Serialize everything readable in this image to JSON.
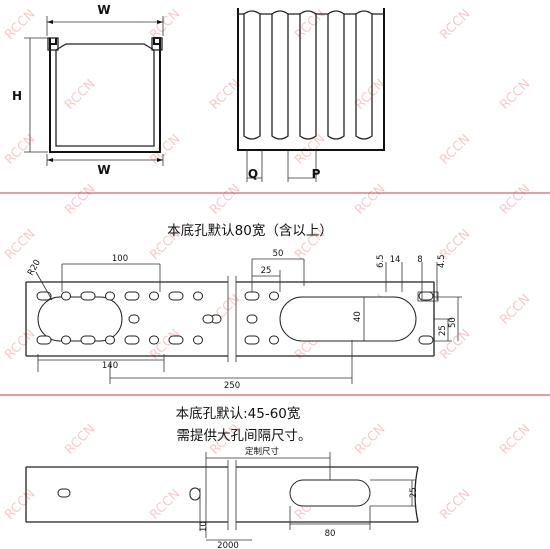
{
  "profile": {
    "width_top": "W",
    "width_bottom": "W",
    "height": "H"
  },
  "slots": {
    "q": "Q",
    "p": "P"
  },
  "section2": {
    "title": "本底孔默认80宽（含以上）",
    "dims": {
      "d100": "100",
      "d50": "50",
      "d25": "25",
      "d6_5": "6.5",
      "d14": "14",
      "d8": "8",
      "d4_5": "4.5",
      "r20": "R20",
      "d40": "40",
      "d25v": "25",
      "d50v": "50",
      "d140": "140",
      "d250": "250"
    }
  },
  "section3": {
    "title_line1": "本底孔默认:45-60宽",
    "title_line2": "需提供大孔间隔尺寸。",
    "custom_label": "定制尺寸",
    "dims": {
      "d25": "25",
      "d10": "10",
      "d80": "80",
      "d2000": "2000"
    }
  },
  "watermark": "RCCN"
}
